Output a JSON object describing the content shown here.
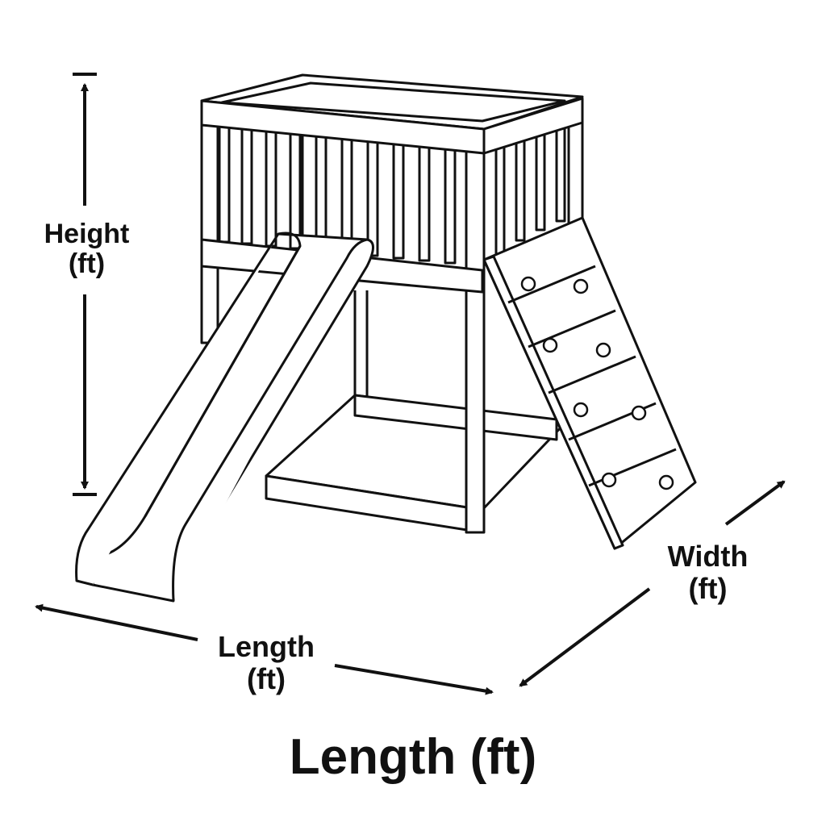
{
  "labels": {
    "height": {
      "line1": "Height",
      "line2": "(ft)"
    },
    "length": {
      "line1": "Length",
      "line2": "(ft)"
    },
    "width": {
      "line1": "Width",
      "line2": "(ft)"
    },
    "caption": "Length (ft)"
  },
  "colors": {
    "ink": "#111111",
    "background": "#ffffff"
  }
}
